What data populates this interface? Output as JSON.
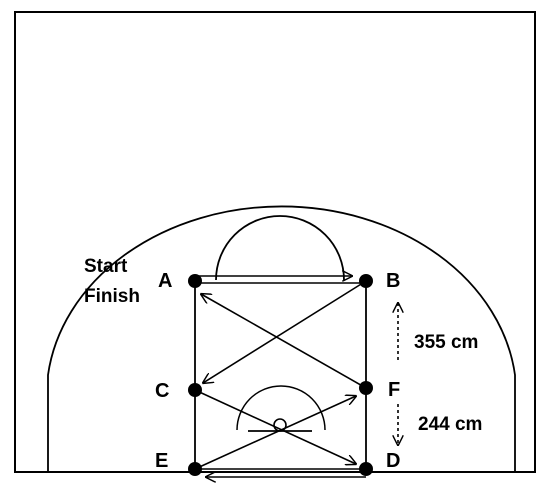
{
  "points": [
    {
      "id": "a",
      "label": "A"
    },
    {
      "id": "b",
      "label": "B"
    },
    {
      "id": "c",
      "label": "C"
    },
    {
      "id": "d",
      "label": "D"
    },
    {
      "id": "e",
      "label": "E"
    },
    {
      "id": "f",
      "label": "F"
    }
  ],
  "start_label": "Start",
  "finish_label": "Finish",
  "distances": {
    "upper": "355 cm",
    "lower": "244 cm"
  }
}
